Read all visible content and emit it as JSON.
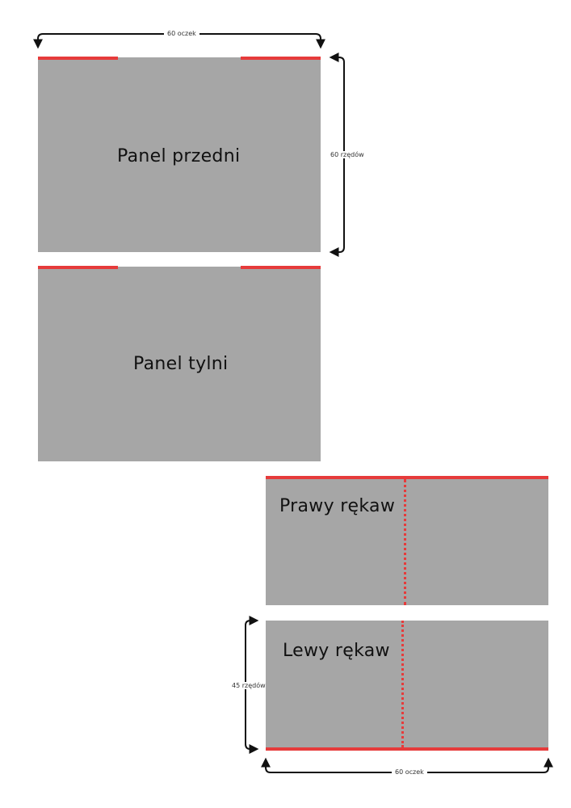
{
  "panels": {
    "front": "Panel przedni",
    "back": "Panel tylni",
    "right_sleeve": "Prawy rękaw",
    "left_sleeve": "Lewy rękaw"
  },
  "dimensions": {
    "top_width": "60 oczek",
    "front_height": "60 rzędów",
    "sleeve_height": "45 rzędów",
    "bottom_width": "60 oczek"
  },
  "colors": {
    "panel_fill": "#a6a6a6",
    "seam_line": "#e63b3b",
    "dimension_line": "#111111"
  }
}
